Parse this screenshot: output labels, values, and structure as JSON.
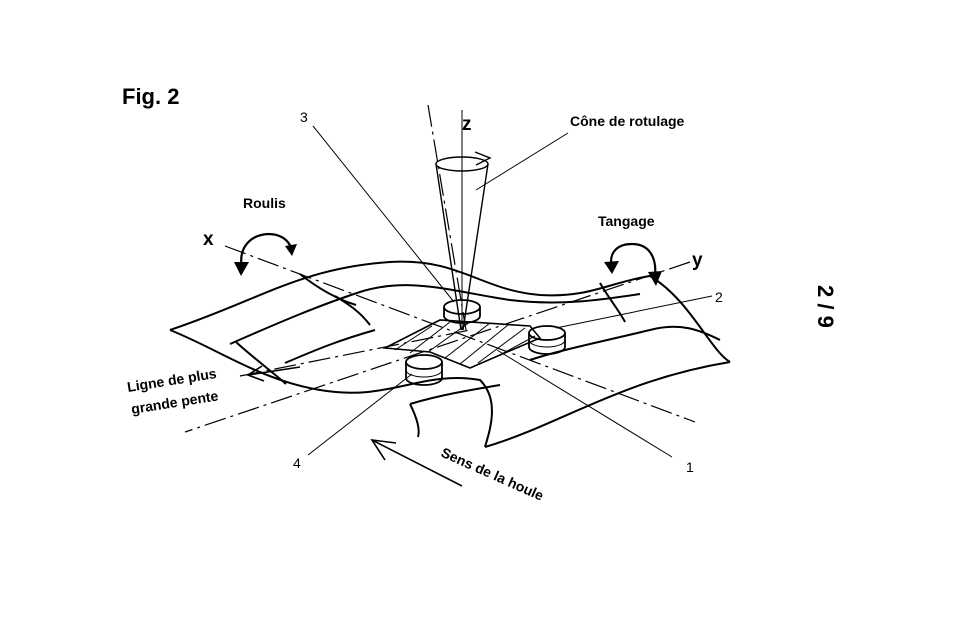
{
  "figure": {
    "title": "Fig. 2",
    "page_number": "2 / 9",
    "axes": {
      "x": "x",
      "y": "y",
      "z": "z"
    },
    "labels": {
      "cone": "Cône de rotulage",
      "roll": "Roulis",
      "pitch": "Tangage",
      "slope_line_1": "Ligne de plus",
      "slope_line_2": "grande pente",
      "swell": "Sens de la houle"
    },
    "callouts": [
      "1",
      "2",
      "3",
      "4"
    ]
  }
}
